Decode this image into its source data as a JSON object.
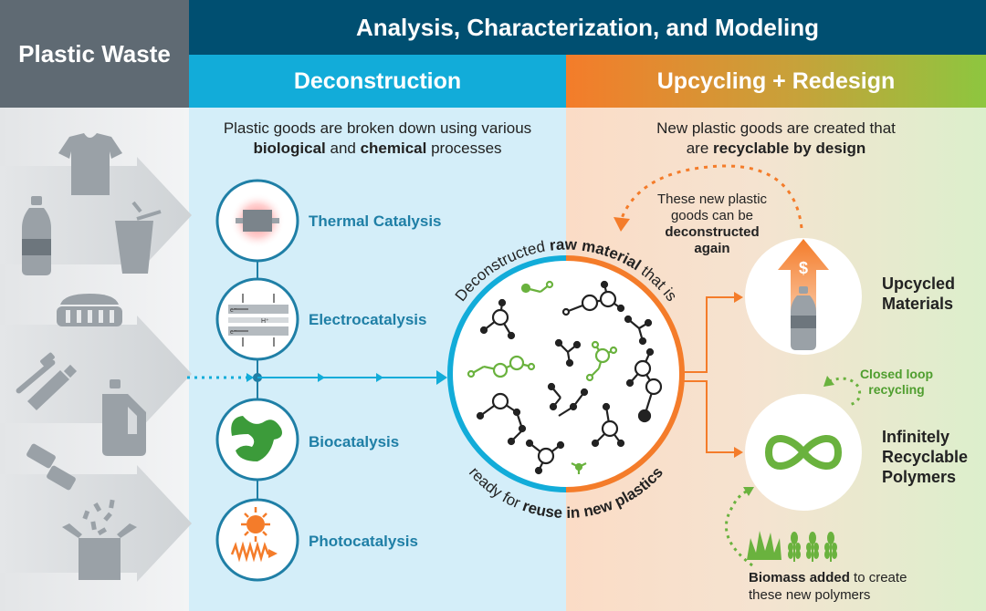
{
  "colors": {
    "header_dark": "#004f71",
    "plastic_waste_grey": "#5f6a73",
    "deconstruction_blue": "#12acd9",
    "deconstruction_panel": "#d4eef9",
    "upcycling_orange": "#f47c2a",
    "upcycling_green": "#8dc63f",
    "catalysis_text": "#1f7fa6",
    "green_accent": "#6ab23e"
  },
  "header": {
    "top_title": "Analysis, Characterization, and Modeling",
    "plastic_waste": "Plastic Waste",
    "deconstruction": "Deconstruction",
    "upcycling": "Upcycling + Redesign"
  },
  "deconstruction": {
    "desc_line1": "Plastic goods are broken down using various",
    "desc_bold1": "biological",
    "desc_and": " and ",
    "desc_bold2": "chemical",
    "desc_end": " processes",
    "catalysts": [
      {
        "label": "Thermal Catalysis",
        "icon": "thermal-catalysis-icon"
      },
      {
        "label": "Electrocatalysis",
        "icon": "electrocatalysis-icon"
      },
      {
        "label": "Biocatalysis",
        "icon": "biocatalysis-icon"
      },
      {
        "label": "Photocatalysis",
        "icon": "photocatalysis-icon"
      }
    ],
    "electro_labels": {
      "e1": "e⁻",
      "e2": "e⁻",
      "h": "H⁺"
    }
  },
  "circle": {
    "top_pre": "Deconstructed ",
    "top_bold": "raw material",
    "top_post": " that is",
    "bottom_pre": "ready for ",
    "bottom_bold": "reuse in new plastics"
  },
  "upcycling": {
    "desc_line1": "New plastic goods are created that",
    "desc_pre": "are ",
    "desc_bold": "recyclable by design",
    "loop_line1": "These new plastic",
    "loop_line2": "goods can be",
    "loop_bold1": "deconstructed",
    "loop_bold2": "again",
    "upcycled_line1": "Upcycled",
    "upcycled_line2": "Materials",
    "dollar": "$",
    "closed_loop_line1": "Closed loop",
    "closed_loop_line2": "recycling",
    "infinite_line1": "Infinitely",
    "infinite_line2": "Recyclable",
    "infinite_line3": "Polymers",
    "biomass_bold": "Biomass added",
    "biomass_post": " to create",
    "biomass_line2": "these new polymers"
  },
  "waste_items": [
    "t-shirt-icon",
    "bottle-icon",
    "cup-icon",
    "clamshell-icon",
    "toothbrush-icon",
    "tube-icon",
    "jug-icon",
    "wrapper-icon",
    "box-icon"
  ]
}
